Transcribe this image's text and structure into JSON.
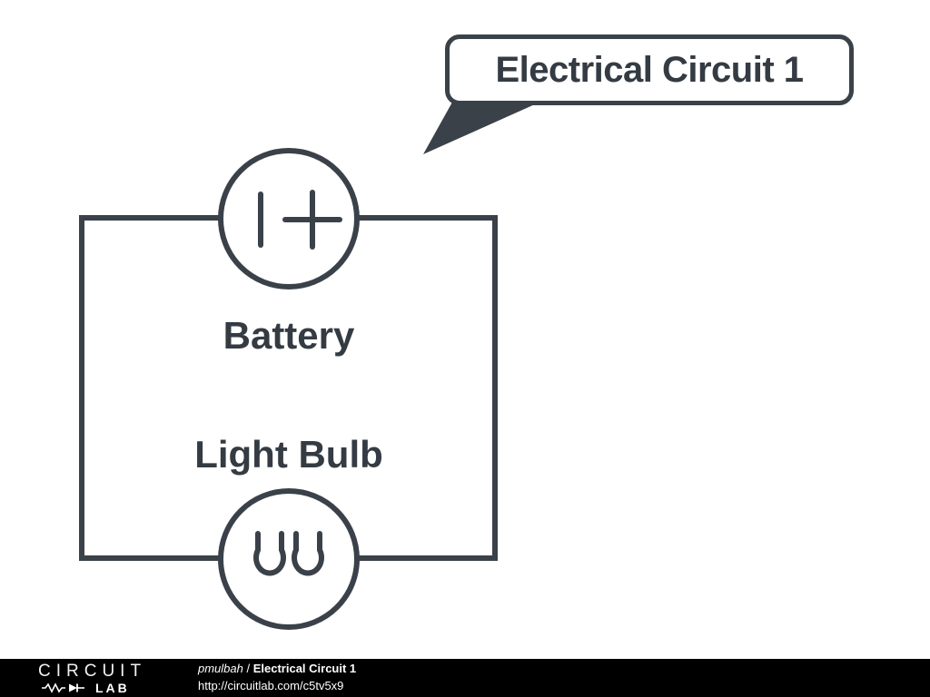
{
  "callout": {
    "text": "Electrical Circuit 1"
  },
  "diagram": {
    "battery_label": "Battery",
    "bulb_label": "Light Bulb",
    "components": [
      "battery",
      "light-bulb"
    ],
    "connection": "series-loop"
  },
  "footer": {
    "logo_top": "CIRCUIT",
    "logo_bottom": "LAB",
    "author": "pmulbah",
    "separator": " / ",
    "title": "Electrical Circuit 1",
    "url": "http://circuitlab.com/c5tv5x9"
  },
  "colors": {
    "line": "#3a4149",
    "text": "#343b43",
    "background": "#ffffff",
    "footer_bg": "#000000",
    "footer_text": "#ffffff"
  }
}
